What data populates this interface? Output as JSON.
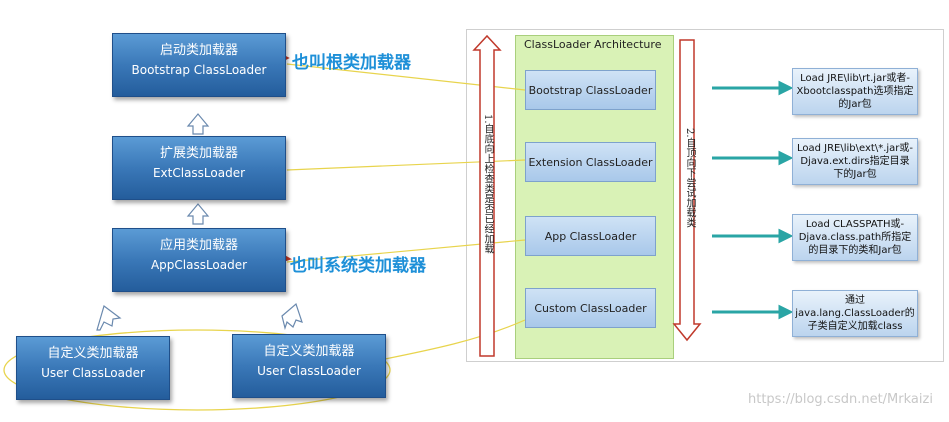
{
  "left": {
    "bootstrap": {
      "cn": "启动类加载器",
      "en": "Bootstrap ClassLoader"
    },
    "ext": {
      "cn": "扩展类加载器",
      "en": "ExtClassLoader"
    },
    "app": {
      "cn": "应用类加载器",
      "en": "AppClassLoader"
    },
    "user1": {
      "cn": "自定义类加载器",
      "en": "User ClassLoader"
    },
    "user2": {
      "cn": "自定义类加载器",
      "en": "User ClassLoader"
    }
  },
  "callouts": {
    "root": "也叫根类加载器",
    "system": "也叫系统类加载器"
  },
  "arch": {
    "title": "ClassLoader Architecture",
    "items": [
      "Bootstrap ClassLoader",
      "Extension ClassLoader",
      "App ClassLoader",
      "Custom ClassLoader"
    ],
    "up_text": "1.自底向上检查类是否已经加载",
    "down_text": "2.自顶向下尝试加载类"
  },
  "right": {
    "r1": [
      "Load JRE\\lib\\rt.jar或者-",
      "Xbootclasspath选项指定",
      "的Jar包"
    ],
    "r2": [
      "Load JRE\\lib\\ext\\*.jar或-",
      "Djava.ext.dirs指定目录",
      "下的Jar包"
    ],
    "r3": [
      "Load CLASSPATH或-",
      "Djava.class.path所指定",
      "的目录下的类和Jar包"
    ],
    "r4": [
      "通过",
      "java.lang.ClassLoader的",
      "子类自定义加载class"
    ]
  },
  "watermark": "https://blog.csdn.net/Mrkaizi",
  "colors": {
    "box_blue": "#3a78b8",
    "callout_blue": "#1e90d8",
    "arch_green": "#d9f2b6",
    "arrow_red": "#c0392b",
    "arrow_teal": "#2aa5a5",
    "link_yellow": "#e8d44d"
  }
}
